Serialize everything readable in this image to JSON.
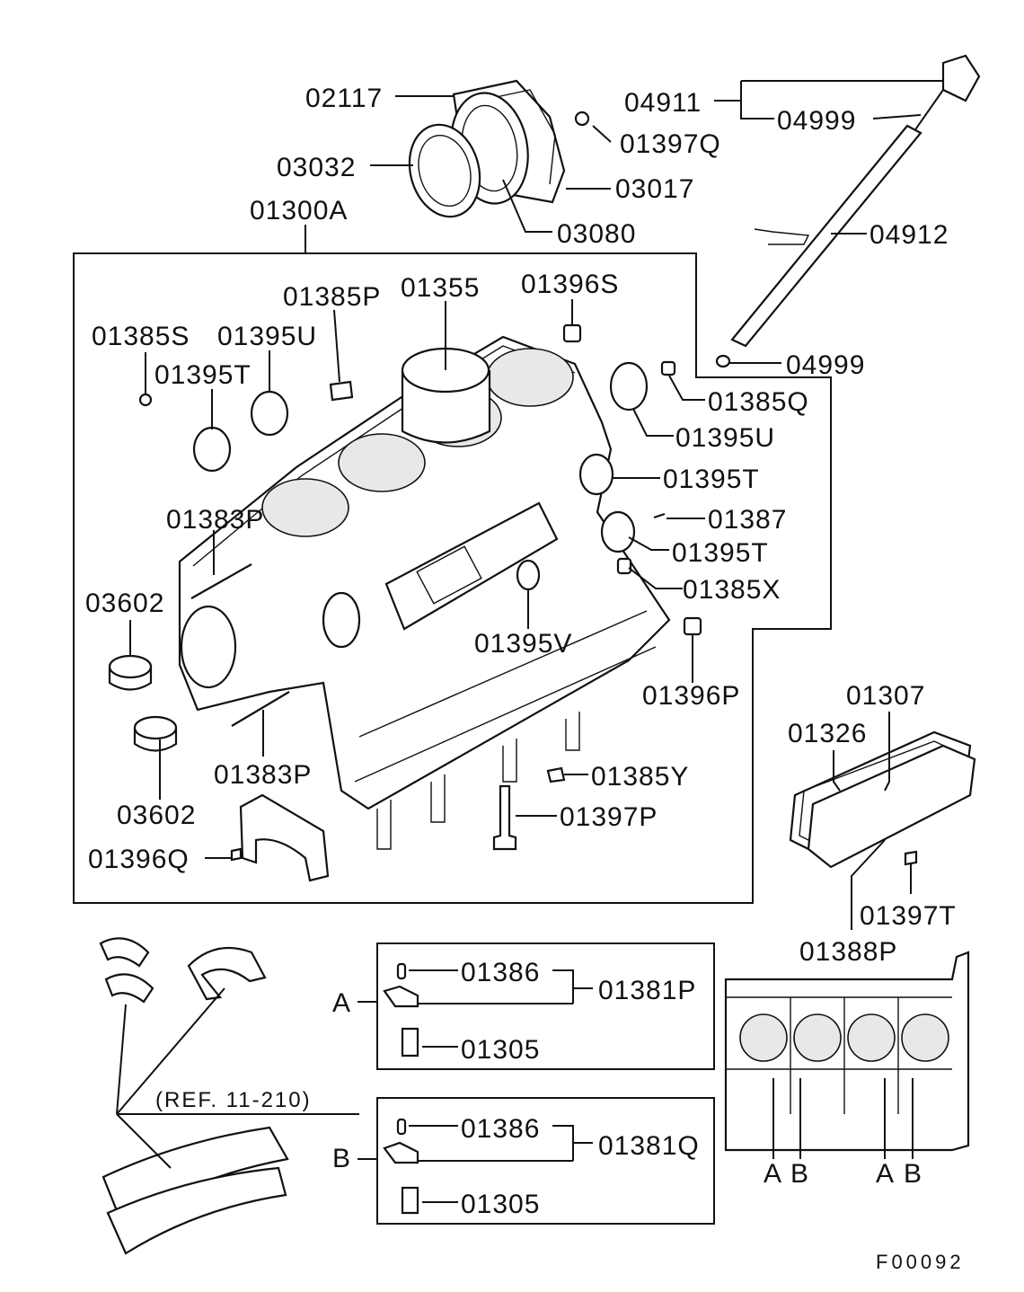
{
  "labels": {
    "l02117": "02117",
    "l03032": "03032",
    "l01300A": "01300A",
    "l01397Q": "01397Q",
    "l03017": "03017",
    "l03080": "03080",
    "l04911": "04911",
    "l04999a": "04999",
    "l04912": "04912",
    "l04999b": "04999",
    "l01385P": "01385P",
    "l01355": "01355",
    "l01396S": "01396S",
    "l01385S": "01385S",
    "l01395U_a": "01395U",
    "l01395T_a": "01395T",
    "l01385Q": "01385Q",
    "l01395U_b": "01395U",
    "l01395T_b": "01395T",
    "l01387": "01387",
    "l01395T_c": "01395T",
    "l01385X": "01385X",
    "l01383P_a": "01383P",
    "l03602_a": "03602",
    "l01395V": "01395V",
    "l01396P": "01396P",
    "l01383P_b": "01383P",
    "l03602_b": "03602",
    "l01385Y": "01385Y",
    "l01397P": "01397P",
    "l01396Q": "01396Q",
    "l01307": "01307",
    "l01326": "01326",
    "l01397T": "01397T",
    "l01388P": "01388P",
    "l01386_a": "01386",
    "l01381P": "01381P",
    "l01305_a": "01305",
    "l01386_b": "01386",
    "l01381Q": "01381Q",
    "l01305_b": "01305",
    "ref": "(REF. 11-210)",
    "boxA": "A",
    "boxB": "B",
    "blockA1": "A",
    "blockB1": "B",
    "blockA2": "A",
    "blockB2": "B",
    "figcode": "F00092"
  }
}
